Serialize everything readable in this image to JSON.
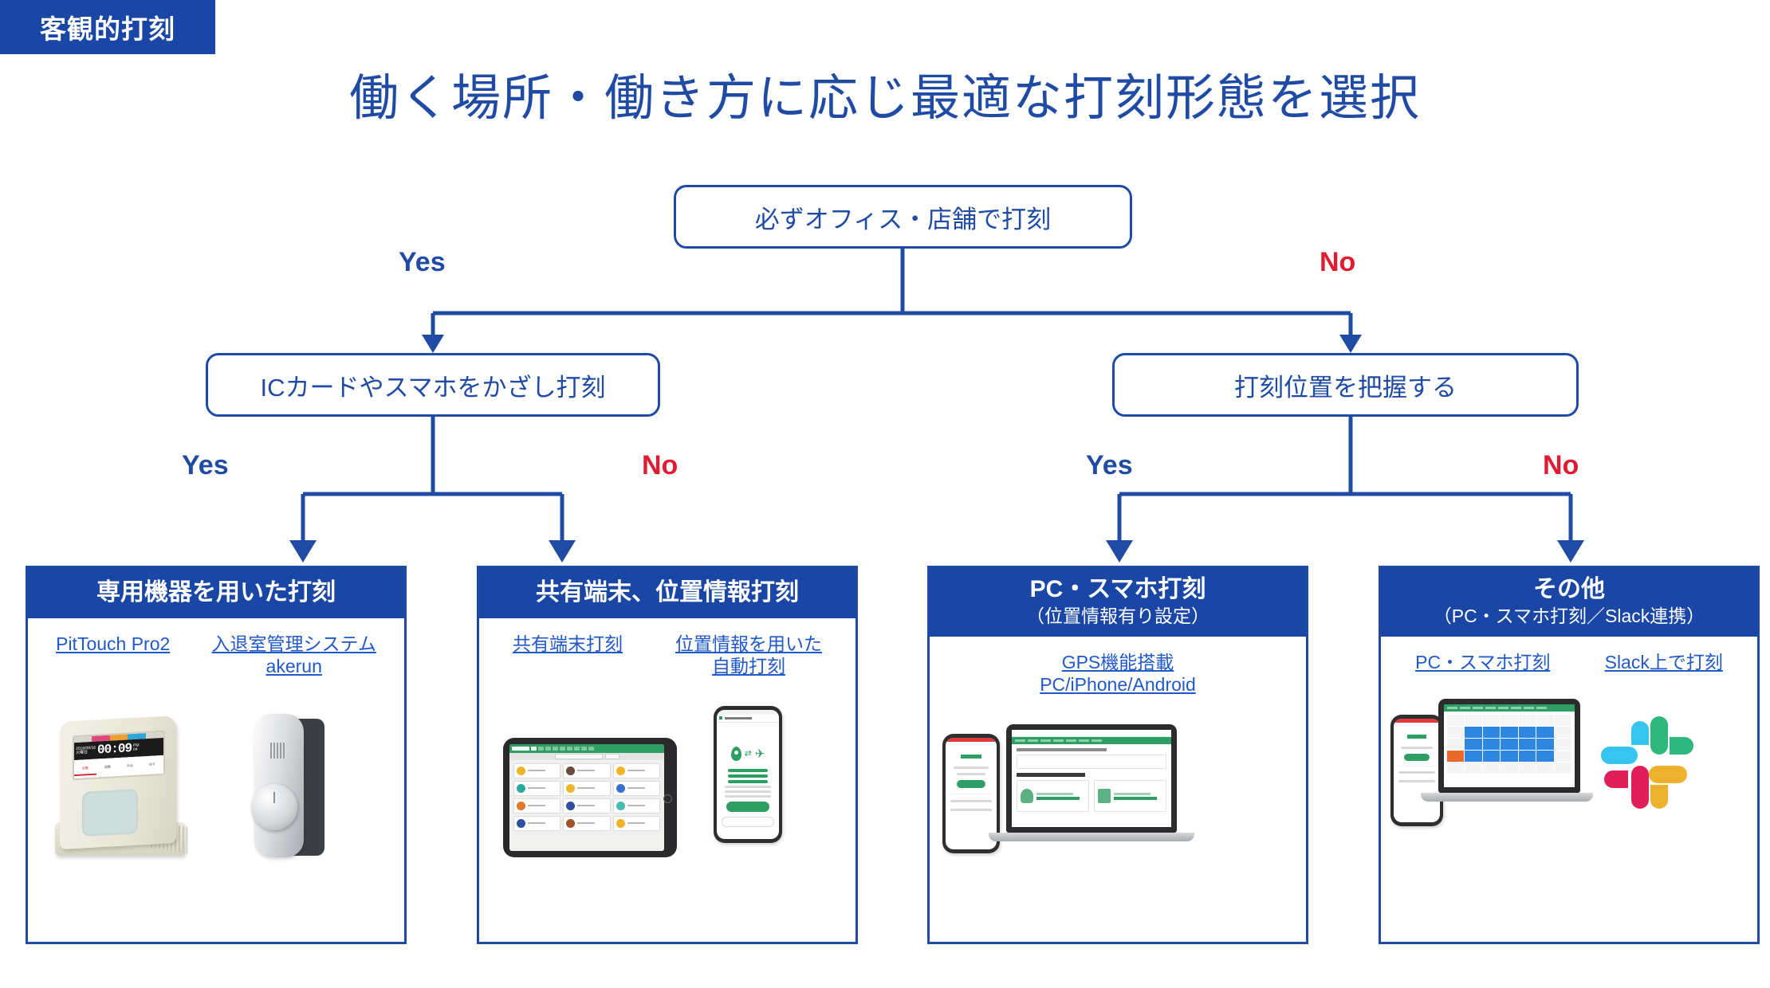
{
  "badge": {
    "label": "客観的打刻"
  },
  "title": "働く場所・働き方に応じ最適な打刻形態を選択",
  "colors": {
    "brand_blue": "#1A47A5",
    "text_blue": "#1F4BA5",
    "link_blue": "#2159C8",
    "no_red": "#E01B32",
    "freee_green": "#2F9E63"
  },
  "flow": {
    "root": {
      "label": "必ずオフィス・店舗で打刻"
    },
    "branches": {
      "root_yes": "Yes",
      "root_no": "No",
      "left_yes": "Yes",
      "left_no": "No",
      "right_yes": "Yes",
      "right_no": "No"
    },
    "left": {
      "label": "ICカードやスマホをかざし打刻"
    },
    "right": {
      "label": "打刻位置を把握する"
    }
  },
  "cards": [
    {
      "title": "専用機器を用いた打刻",
      "subtitle": "",
      "links": [
        {
          "label": "PitTouch Pro2"
        },
        {
          "label": "入退室管理システム\nakerun"
        }
      ],
      "devices": [
        "pittouch-pro2-terminal",
        "akerun-smart-lock"
      ]
    },
    {
      "title": "共有端末、位置情報打刻",
      "subtitle": "",
      "links": [
        {
          "label": "共有端末打刻"
        },
        {
          "label": "位置情報を用いた\n自動打刻"
        }
      ],
      "devices": [
        "tablet-employee-list",
        "smartphone-location-permission"
      ]
    },
    {
      "title": "PC・スマホ打刻",
      "subtitle": "（位置情報有り設定）",
      "links": [
        {
          "label": "GPS機能搭載\nPC/iPhone/Android"
        }
      ],
      "devices": [
        "smartphone-attendance-app",
        "laptop-hr-dashboard"
      ]
    },
    {
      "title": "その他",
      "subtitle": "（PC・スマホ打刻／Slack連携）",
      "links": [
        {
          "label": "PC・スマホ打刻"
        },
        {
          "label": "Slack上で打刻"
        }
      ],
      "devices": [
        "smartphone-attendance-app",
        "laptop-calendar",
        "slack-logo"
      ]
    }
  ],
  "device_details": {
    "pittouch_screen": {
      "date": "2016/08/16",
      "weekday": "火曜日",
      "clock": "00:09",
      "ampm": "PM",
      "seconds": "04",
      "tabs": [
        "出勤",
        "退勤",
        "外出",
        "戻り"
      ]
    }
  }
}
